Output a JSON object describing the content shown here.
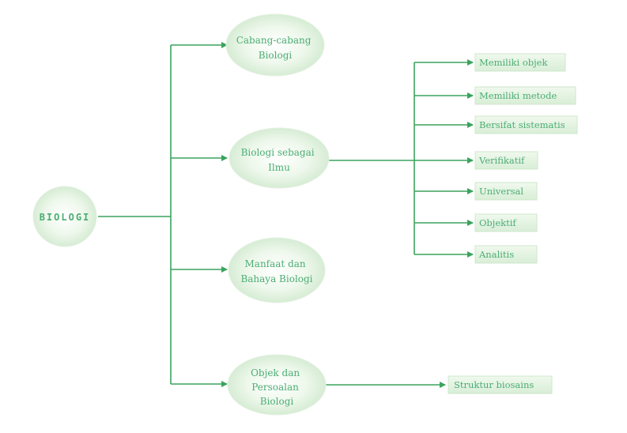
{
  "diagram": {
    "root": {
      "label": "BIOLOGI"
    },
    "branches": [
      {
        "lines": [
          "Cabang-cabang",
          "Biologi"
        ]
      },
      {
        "lines": [
          "Biologi sebagai",
          "Ilmu"
        ]
      },
      {
        "lines": [
          "Manfaat dan",
          "Bahaya Biologi"
        ]
      },
      {
        "lines": [
          "Objek dan",
          "Persoalan",
          "Biologi"
        ]
      }
    ],
    "ilmu_items": [
      "Memiliki objek",
      "Memiliki metode",
      "Bersifat sistematis",
      "Verifikatif",
      "Universal",
      "Objektif",
      "Analitis"
    ],
    "objek_items": [
      "Struktur biosains"
    ],
    "colors": {
      "line": "#3aa35d",
      "text": "#4cad74",
      "ellipse_fill": "#e4f3e3",
      "box_fill": "#e2f2df"
    }
  }
}
